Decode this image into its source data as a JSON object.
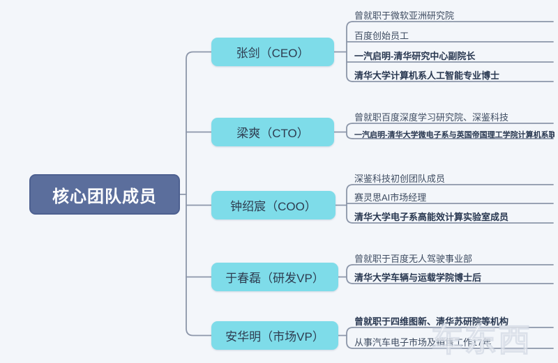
{
  "root": {
    "label": "核心团队成员"
  },
  "branches": [
    {
      "label": "张剑（CEO）",
      "items": [
        {
          "label": "曾就职于微软亚洲研究院",
          "bold": false
        },
        {
          "label": "百度创始员工",
          "bold": false
        },
        {
          "label": "一汽启明-清华研究中心副院长",
          "bold": true
        },
        {
          "label": "清华大学计算机系人工智能专业博士",
          "bold": true
        }
      ]
    },
    {
      "label": "梁爽（CTO）",
      "items": [
        {
          "label": "曾就职百度深度学习研究院、深鉴科技",
          "bold": false
        },
        {
          "label": "一汽启明-清华大学微电子系与英国帝国理工学院计算机系联合培养博士",
          "bold": true
        }
      ]
    },
    {
      "label": "钟绍宸（COO）",
      "items": [
        {
          "label": "深鉴科技初创团队成员",
          "bold": false
        },
        {
          "label": "赛灵思AI市场经理",
          "bold": false
        },
        {
          "label": "清华大学电子系高能效计算实验室成员",
          "bold": true
        }
      ]
    },
    {
      "label": "于春磊（研发VP）",
      "items": [
        {
          "label": "曾就职于百度无人驾驶事业部",
          "bold": false
        },
        {
          "label": "清华大学车辆与运载学院博士后",
          "bold": true
        }
      ]
    },
    {
      "label": "安华明（市场VP）",
      "items": [
        {
          "label": "曾就职于四维图新、清华苏研院等机构",
          "bold": true
        },
        {
          "label": "从事汽车电子市场及销售工作17年",
          "bold": false
        }
      ]
    }
  ],
  "watermark": "车东西",
  "colors": {
    "background": "#f3f6fa",
    "root_fill": "#5b6e9c",
    "root_border": "#4d6090",
    "root_text": "#ffffff",
    "branch_fill": "#7edce9",
    "branch_text": "#2e3c50",
    "connector_line": "#8c96a9",
    "leaf_text": "#3d4b60",
    "leaf_text_bold": "#283750"
  }
}
